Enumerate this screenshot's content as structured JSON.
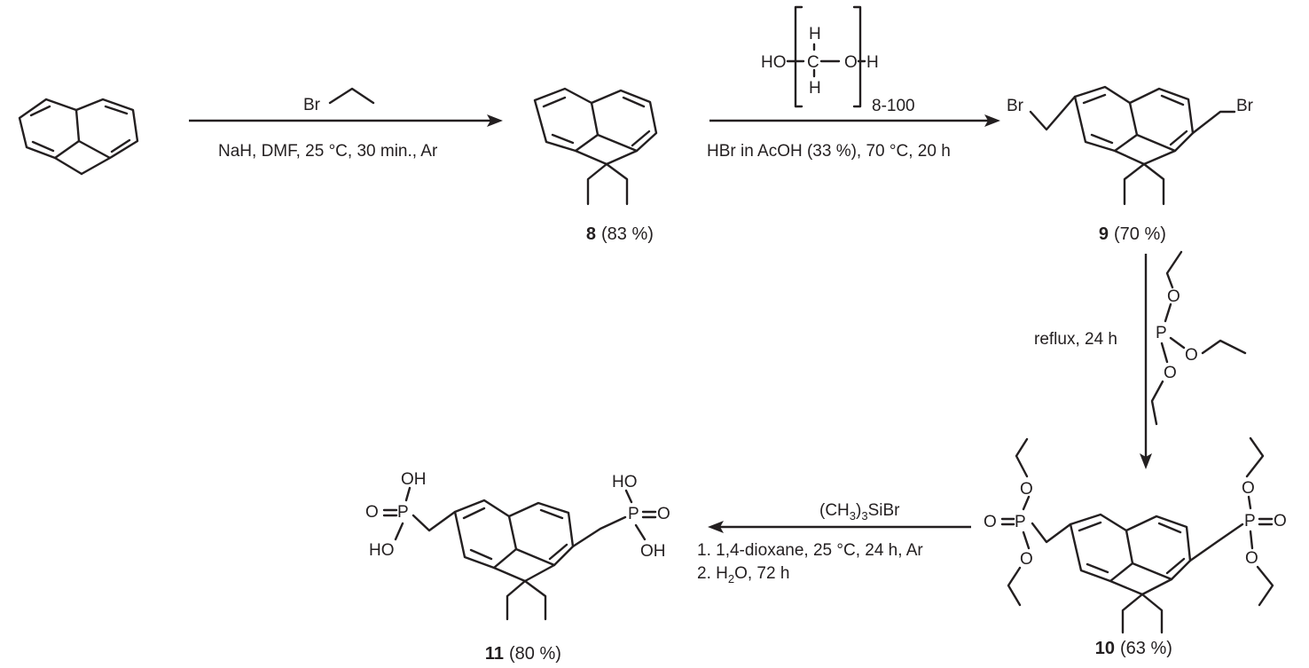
{
  "steps": [
    {
      "reagent_atom": "Br",
      "conditions": "NaH, DMF, 25 °C, 30 min., Ar"
    },
    {
      "reagent": {
        "left": "HO",
        "c": "C",
        "o": "O",
        "right": "H",
        "h_top": "H",
        "h_bottom": "H",
        "n": "8-100"
      },
      "conditions": "HBr in AcOH (33 %), 70 °C, 20 h"
    },
    {
      "conditions": "reflux, 24 h",
      "reagent_atoms": {
        "p": "P",
        "o": "O"
      }
    },
    {
      "reagent": "(CH",
      "reagent_sub": "3",
      "reagent_tail": ")",
      "reagent_sub2": "3",
      "reagent_end": "SiBr",
      "conditions_1": "1. 1,4-dioxane, 25 °C, 24 h, Ar",
      "conditions_2_pre": "2. H",
      "conditions_2_sub": "2",
      "conditions_2_post": "O, 72 h"
    }
  ],
  "compounds": [
    {
      "number": "8",
      "yield": "(83 %)"
    },
    {
      "number": "9",
      "yield": "(70 %)",
      "atom": "Br"
    },
    {
      "number": "10",
      "yield": "(63 %)",
      "atoms": {
        "o": "O",
        "p": "P"
      }
    },
    {
      "number": "11",
      "yield": "(80 %)",
      "atoms": {
        "oh": "OH",
        "ho": "HO",
        "o": "O",
        "p": "P"
      }
    }
  ]
}
